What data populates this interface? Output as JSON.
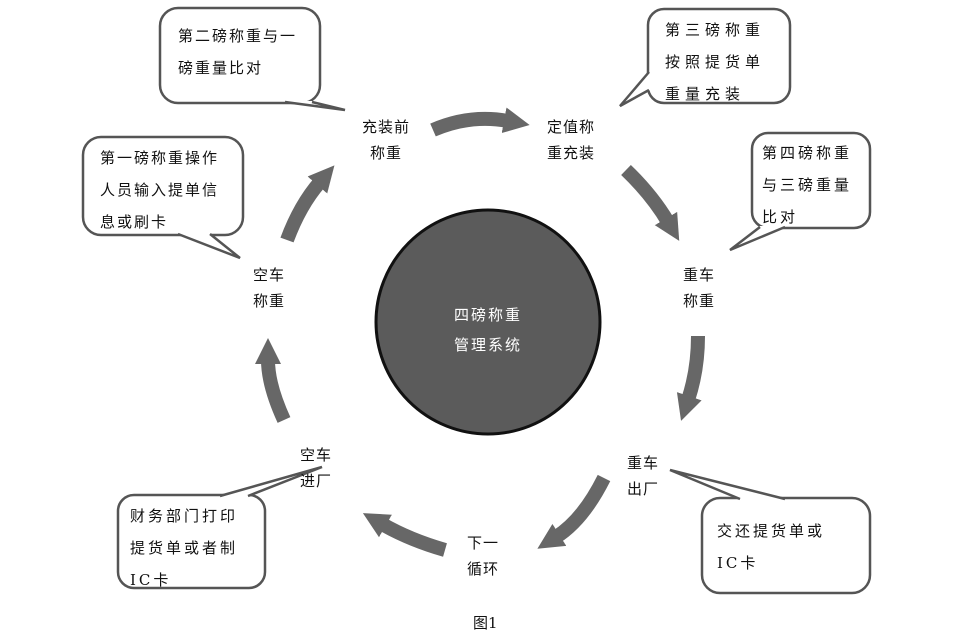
{
  "title": "四磅称重管理系统",
  "center": {
    "line1": "四磅称重",
    "line2": "管理系统"
  },
  "stages": [
    {
      "id": "before-fill",
      "line1": "充装前",
      "line2": "称重"
    },
    {
      "id": "fixed-fill",
      "line1": "定值称",
      "line2": "重充装"
    },
    {
      "id": "loaded-weigh",
      "line1": "重车",
      "line2": "称重"
    },
    {
      "id": "loaded-exit",
      "line1": "重车",
      "line2": "出厂"
    },
    {
      "id": "next-cycle",
      "line1": "下一",
      "line2": "循环"
    },
    {
      "id": "empty-enter",
      "line1": "空车",
      "line2": "进厂"
    },
    {
      "id": "empty-weigh",
      "line1": "空车",
      "line2": "称重"
    }
  ],
  "callouts": [
    {
      "id": "second-scale",
      "lines": [
        "第二磅称重与一",
        "磅重量比对"
      ]
    },
    {
      "id": "third-scale",
      "lines": [
        "第三磅称重",
        "按照提货单",
        "重量充装"
      ]
    },
    {
      "id": "fourth-scale",
      "lines": [
        "第四磅称重",
        "与三磅重量",
        "比对"
      ]
    },
    {
      "id": "first-scale",
      "lines": [
        "第一磅称重操作",
        "人员输入提单信",
        "息或刷卡"
      ]
    },
    {
      "id": "finance",
      "lines": [
        "财务部门打印",
        "提货单或者制",
        "IC卡"
      ]
    },
    {
      "id": "return",
      "lines": [
        "交还提货单或",
        "IC卡"
      ]
    }
  ],
  "caption": "图1",
  "colors": {
    "circle": "#5b5b5b",
    "arrow": "#676767",
    "bubble_border": "#555555"
  }
}
